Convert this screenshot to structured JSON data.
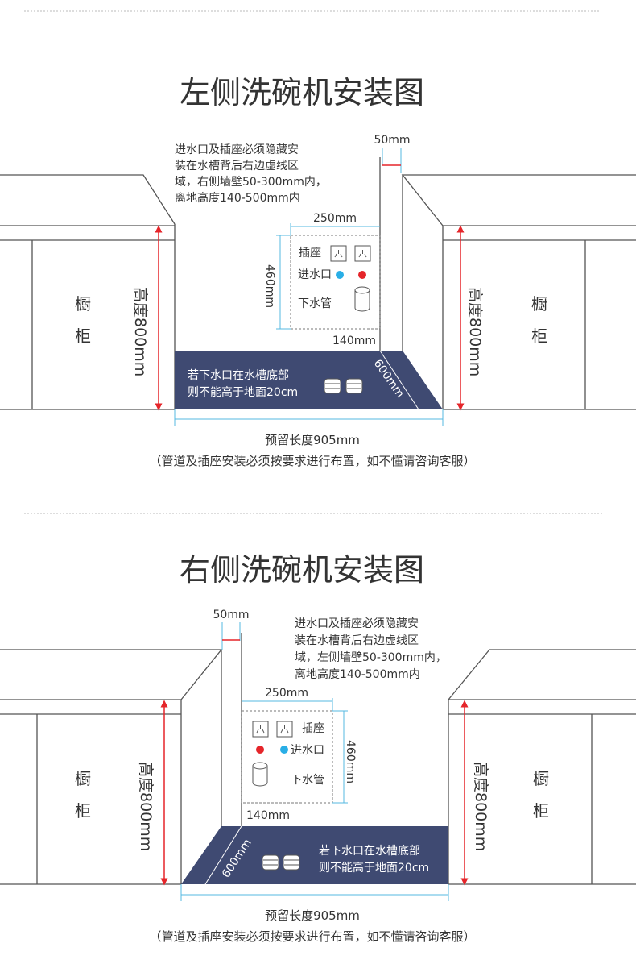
{
  "colors": {
    "line": "#555555",
    "floor": "#3f4a72",
    "red": "#e5252a",
    "blue": "#29aee6",
    "dimline": "#56b9e2",
    "separator": "#bbbbbb"
  },
  "left": {
    "title": "左侧洗碗机安装图",
    "note": [
      "进水口及插座必须隐藏安",
      "装在水槽背后右边虚线区",
      "域，右侧墙壁50-300mm内，",
      "离地高度140-500mm内"
    ],
    "dim_top": "50mm",
    "dim_width": "250mm",
    "dim_height": "460mm",
    "dim_bottom": "140mm",
    "dim_depth": "600mm",
    "socket_label": "插座",
    "inlet_label": "进水口",
    "drain_label": "下水管",
    "cabinet_char1": "橱",
    "cabinet_char2": "柜",
    "height_label": "高度800mm",
    "floor_text1": "若下水口在水槽底部",
    "floor_text2": "则不能高于地面20cm",
    "length_label": "预留长度905mm",
    "footnote": "（管道及插座安装必须按要求进行布置，如不懂请咨询客服）"
  },
  "right": {
    "title": "右侧洗碗机安装图",
    "note": [
      "进水口及插座必须隐藏安",
      "装在水槽背后右边虚线区",
      "域，左侧墙壁50-300mm内，",
      "离地高度140-500mm内"
    ],
    "dim_top": "50mm",
    "dim_width": "250mm",
    "dim_height": "460mm",
    "dim_bottom": "140mm",
    "dim_depth": "600mm",
    "socket_label": "插座",
    "inlet_label": "进水口",
    "drain_label": "下水管",
    "cabinet_char1": "橱",
    "cabinet_char2": "柜",
    "height_label": "高度800mm",
    "floor_text1": "若下水口在水槽底部",
    "floor_text2": "则不能高于地面20cm",
    "length_label": "预留长度905mm",
    "footnote": "（管道及插座安装必须按要求进行布置，如不懂请咨询客服）"
  }
}
